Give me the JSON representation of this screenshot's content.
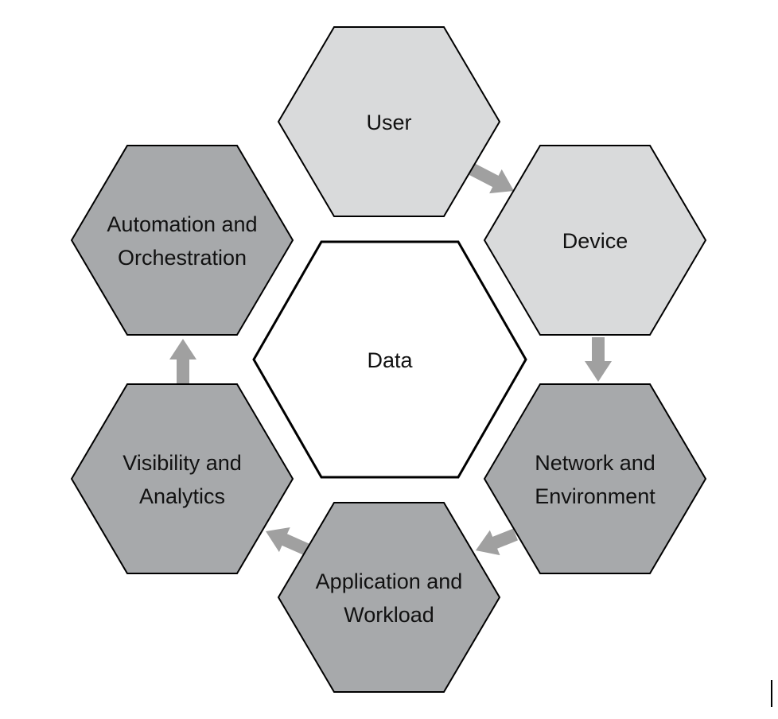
{
  "title": "Zero Trust pillars diagram",
  "center": {
    "label": "Data"
  },
  "pillars": [
    {
      "id": "user",
      "lines": [
        "User"
      ],
      "shade": "light"
    },
    {
      "id": "device",
      "lines": [
        "Device"
      ],
      "shade": "light"
    },
    {
      "id": "network",
      "lines": [
        "Network and",
        "Environment"
      ],
      "shade": "dark"
    },
    {
      "id": "application",
      "lines": [
        "Application and",
        "Workload"
      ],
      "shade": "dark"
    },
    {
      "id": "visibility",
      "lines": [
        "Visibility and",
        "Analytics"
      ],
      "shade": "dark"
    },
    {
      "id": "automation",
      "lines": [
        "Automation and",
        "Orchestration"
      ],
      "shade": "dark"
    }
  ],
  "flow": [
    [
      "user",
      "device"
    ],
    [
      "device",
      "network"
    ],
    [
      "network",
      "application"
    ],
    [
      "application",
      "visibility"
    ],
    [
      "visibility",
      "automation"
    ]
  ],
  "colors": {
    "light": "#d9dadb",
    "dark": "#a7a9ab",
    "center": "#ffffff",
    "stroke": "#000000",
    "arrow": "#a0a0a0"
  }
}
